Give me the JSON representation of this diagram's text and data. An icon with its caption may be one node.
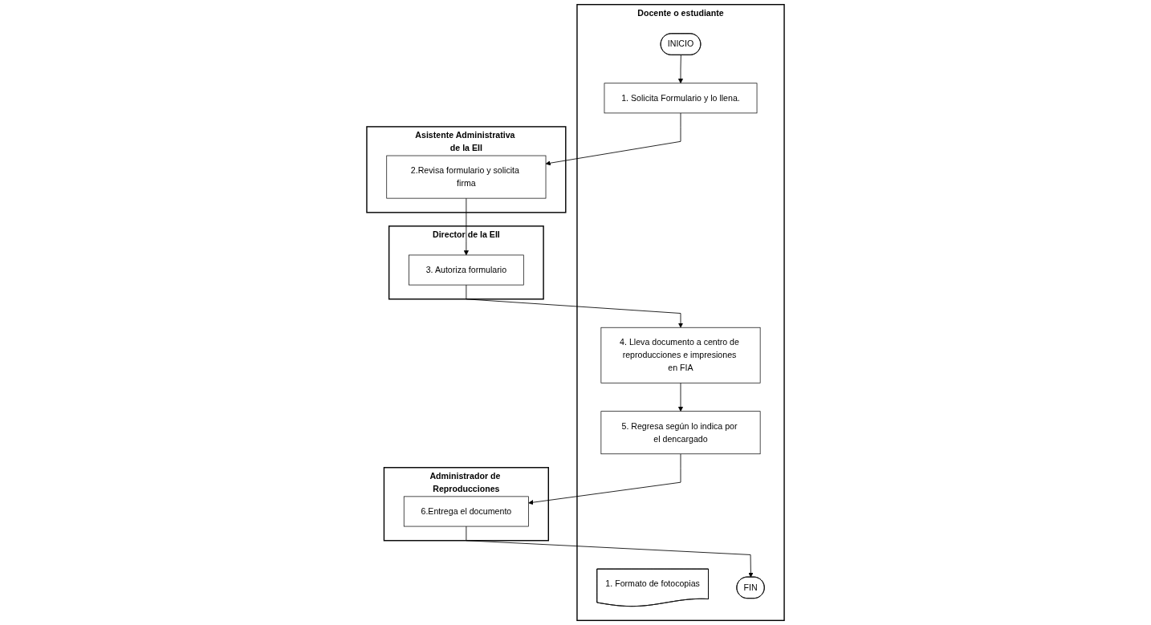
{
  "diagram": {
    "nodes": [
      {
        "text": [
          "Docente o estudiante"
        ]
      },
      {
        "text": [
          "Asistente Administrativa de la EII"
        ]
      },
      {
        "text": [
          "Director de la EII"
        ]
      },
      {
        "text": [
          "Administrador de Reproducciones"
        ]
      },
      {
        "text": [
          "INICIO"
        ],
        "in": 0
      },
      {
        "text": [
          "1. Solicita Formulario y lo llena."
        ],
        "in": 0
      },
      {
        "text": [
          "1. Formato de fotocopias"
        ],
        "in": 0
      },
      {
        "text": [
          "2.Revisa formulario y solicita firma"
        ],
        "in": 1
      },
      {
        "text": [
          "3. Autoriza formulario"
        ],
        "in": 2
      },
      {
        "text": [
          "4. Lleva documento a centro de reproducciones e impresiones en FIA"
        ],
        "in": 0
      },
      {
        "text": [
          "5. Regresa según lo indica por el dencargado"
        ],
        "in": 0
      },
      {
        "text": [
          "6.Entrega el documento"
        ],
        "in": 3
      },
      {
        "text": [
          "FIN"
        ],
        "in": 0
      }
    ],
    "edges": [
      {
        "from": 4,
        "to": 5,
        "arrow": "to"
      },
      {
        "from": 5,
        "to": 7,
        "arrow": "to"
      },
      {
        "from": 7,
        "to": 8,
        "arrow": "to"
      },
      {
        "from": 8,
        "to": 9,
        "arrow": "to"
      },
      {
        "from": 9,
        "to": 10,
        "arrow": "to"
      },
      {
        "from": 10,
        "to": 11,
        "arrow": "to"
      },
      {
        "from": 11,
        "to": 12,
        "arrow": "to"
      }
    ]
  }
}
